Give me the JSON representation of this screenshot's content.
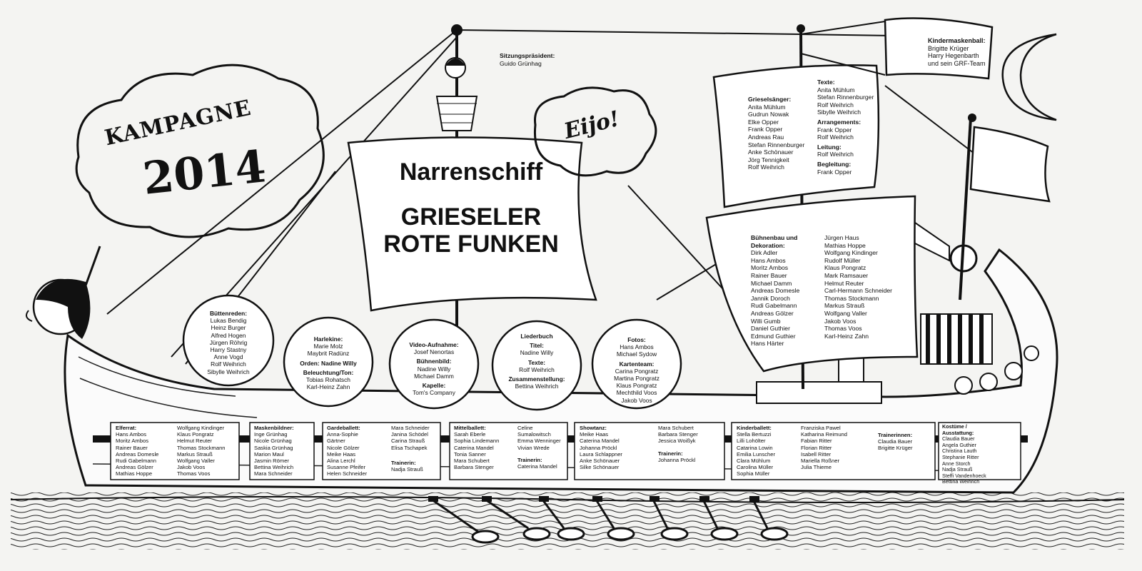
{
  "bubble_campaign": {
    "line1": "KAMPAGNE",
    "line2": "2014"
  },
  "bubble_eijo": "Eijo!",
  "main_sail": {
    "title": "Narrenschiff",
    "line1": "GRIESELER",
    "line2": "ROTE FUNKEN"
  },
  "sitzungspraesident": {
    "title": "Sitzungspräsident:",
    "name": "Guido Grünhag"
  },
  "kindermaskenball": {
    "title": "Kindermaskenball:",
    "names": [
      "Brigitte Krüger",
      "Harry Hegenbarth",
      "und sein GRF-Team"
    ]
  },
  "grieselsaenger": {
    "title": "Grieselsänger:",
    "names": [
      "Anita Mühlum",
      "Gudrun Nowak",
      "Elke Opper",
      "Frank Opper",
      "Andreas Rau",
      "Stefan Rinnenburger",
      "Anke Schönauer",
      "Jörg Tennigkeit",
      "Rolf Weihrich"
    ]
  },
  "texte_music": {
    "texte_title": "Texte:",
    "texte_names": [
      "Anita Mühlum",
      "Stefan Rinnenburger",
      "Rolf Weihrich",
      "Sibylle Weihrich"
    ],
    "arr_title": "Arrangements:",
    "arr_names": [
      "Frank Opper",
      "Rolf Weihrich"
    ],
    "leitung_title": "Leitung:",
    "leitung_names": [
      "Rolf Weihrich"
    ],
    "begleitung_title": "Begleitung:",
    "begleitung_names": [
      "Frank Opper"
    ]
  },
  "buehnenbau": {
    "title1": "Bühnenbau und",
    "title2": "Dekoration:",
    "col1": [
      "Dirk Adler",
      "Hans Ambos",
      "Moritz Ambos",
      "Rainer Bauer",
      "Michael Damm",
      "Andreas Domesle",
      "Jannik Doroch",
      "Rudi Gabelmann",
      "Andreas Gölzer",
      "Willi Gumb",
      "Daniel Guthier",
      "Edmund Guthier",
      "Hans Härter"
    ],
    "col2": [
      "Jürgen Haus",
      "Mathias Hoppe",
      "Wolfgang Kindinger",
      "Rudolf Müller",
      "Klaus Pongratz",
      "Mark Ramsauer",
      "Helmut Reuter",
      "Carl-Hermann Schneider",
      "Thomas Stockmann",
      "Markus Strauß",
      "Wolfgang Valler",
      "Jakob Voos",
      "Thomas Voos",
      "Karl-Heinz Zahn"
    ]
  },
  "circles": {
    "buettenreden": {
      "title": "Büttenreden:",
      "names": [
        "Lukas Bendig",
        "Heinz Burger",
        "Alfred Hogen",
        "Jürgen Röhrig",
        "Harry Stastny",
        "Anne Vogd",
        "Rolf Weihrich",
        "Sibylle Weihrich"
      ]
    },
    "harlekine": {
      "title": "Harlekine:",
      "names": [
        "Marie Molz",
        "Maybrit Radünz"
      ],
      "orden": "Orden: Nadine Willy",
      "bel_title": "Beleuchtung/Ton:",
      "bel_names": [
        "Tobias Rohatsch",
        "Karl-Heinz Zahn"
      ]
    },
    "video": {
      "title": "Video-Aufnahme:",
      "name": "Josef Nenortas",
      "buehnenbild_title": "Bühnenbild:",
      "buehnenbild_names": [
        "Nadine Willy",
        "Michael Damm"
      ],
      "kapelle_title": "Kapelle:",
      "kapelle_name": "Tom's Company"
    },
    "liederbuch": {
      "title": "Liederbuch",
      "titel_title": "Titel:",
      "titel_name": "Nadine Willy",
      "texte_title": "Texte:",
      "texte_name": "Rolf Weihrich",
      "zus_title": "Zusammenstellung:",
      "zus_name": "Bettina Weihrich"
    },
    "fotos": {
      "title": "Fotos:",
      "names": [
        "Hans Ambos",
        "Michael Sydow"
      ],
      "karten_title": "Kartenteam:",
      "karten_names": [
        "Carina Pongratz",
        "Martina Pongratz",
        "Klaus Pongratz",
        "Mechthild Voos",
        "Jakob Voos"
      ]
    }
  },
  "hull": {
    "elferrat": {
      "title": "Elferrat:",
      "col1": [
        "Hans Ambos",
        "Moritz Ambos",
        "Rainer Bauer",
        "Andreas Domesle",
        "Rudi Gabelmann",
        "Andreas Gölzer",
        "Mathias Hoppe"
      ],
      "col2": [
        "Wolfgang Kindinger",
        "Klaus Pongratz",
        "Helmut Reuter",
        "Thomas Stockmann",
        "Markus Strauß",
        "Wolfgang Valler",
        "Jakob Voos",
        "Thomas Voos"
      ]
    },
    "maskenbildner": {
      "title": "Maskenbildner:",
      "names": [
        "Inge Grünhag",
        "Nicole Grünhag",
        "Saskia Grünhag",
        "Marion Maul",
        "Jasmin Römer",
        "Bettina Weihrich",
        "Mara Schneider"
      ]
    },
    "gardeballett": {
      "title": "Gardeballett:",
      "col1": [
        "Anna-Sophie",
        "Gärtner",
        "Nicole Gölzer",
        "Meike Haas",
        "Alina Lerchl",
        "Susanne Pfeifer",
        "Helen Schneider"
      ],
      "col2": [
        "Mara Schneider",
        "Janina Schödel",
        "Carina Strauß",
        "Elisa Tschapek"
      ],
      "trainer_title": "Trainerin:",
      "trainer_name": "Nadja Strauß"
    },
    "mittelballett": {
      "title": "Mittelballett:",
      "col1": [
        "Sarah Eberle",
        "Sophia Lindemann",
        "Caterina Mandel",
        "Tonia Sanner",
        "Mara Schubert",
        "Barbara Stenger"
      ],
      "col2": [
        "Celine",
        "Sumalowitsch",
        "Emma Wenninger",
        "Vivian Wrede"
      ],
      "trainer_title": "Trainerin:",
      "trainer_name": "Caterina Mandel"
    },
    "showtanz": {
      "title": "Showtanz:",
      "col1": [
        "Meike Haas",
        "Caterina Mandel",
        "Johanna Pröckl",
        "Laura Schlappner",
        "Anke Schönauer",
        "Silke Schönauer"
      ],
      "col2": [
        "Mara Schubert",
        "Barbara Stenger",
        "Jessica Woißyk"
      ],
      "trainer_title": "Trainerin:",
      "trainer_name": "Johanna Pröckl"
    },
    "kinderballett": {
      "title": "Kinderballett:",
      "col1": [
        "Stella Bertuzzi",
        "Lilli Lohölter",
        "Catarina Lowin",
        "Emilia Lunscher",
        "Clara Mühlum",
        "Carolina Müller",
        "Sophia Müller"
      ],
      "col2": [
        "Franziska Pawel",
        "Katharina Reimund",
        "Fabian Ritter",
        "Florian Ritter",
        "Isabell Ritter",
        "Mariella Roßner",
        "Julia Thieme"
      ],
      "trainer_title": "Trainerinnen:",
      "trainer_names": [
        "Claudia Bauer",
        "Brigitte Krüger"
      ]
    },
    "kostueme": {
      "title1": "Kostüme /",
      "title2": "Ausstattung:",
      "names": [
        "Claudia Bauer",
        "Angela Guthier",
        "Christina Lauth",
        "Stephanie Ritter",
        "Anne Storch",
        "Nadja Strauß",
        "Steffi Vandenhoeck",
        "Bettina Weihrich"
      ]
    }
  }
}
